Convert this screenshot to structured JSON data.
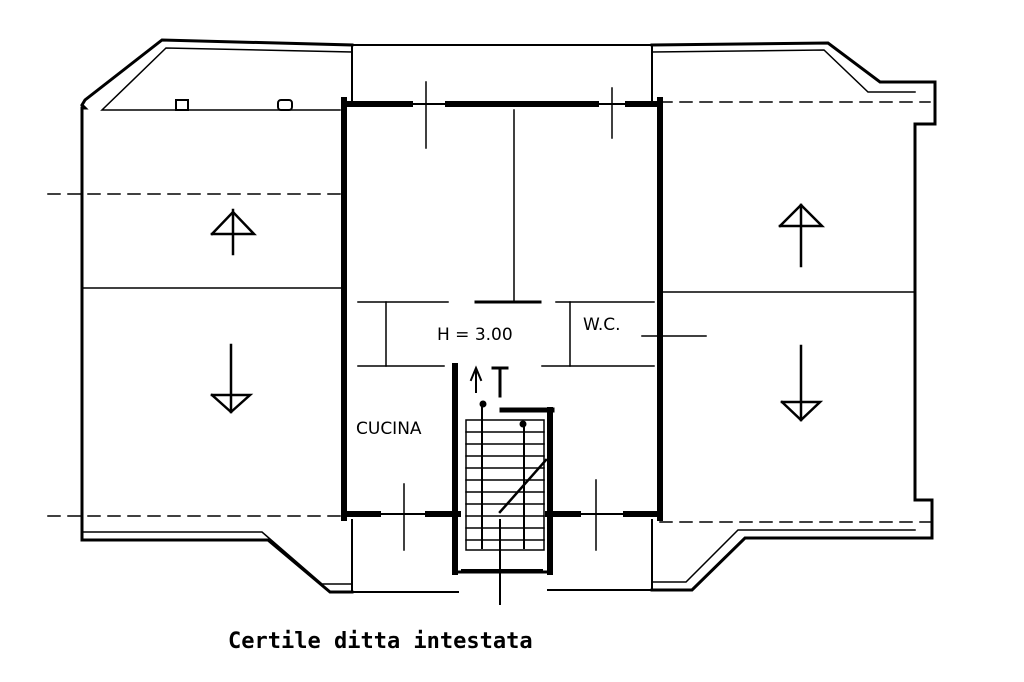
{
  "plan": {
    "labels": {
      "height": "H = 3.00",
      "wc": "W.C.",
      "kitchen": "CUCINA"
    },
    "caption": "Certile ditta intestata",
    "colors": {
      "ink": "#000000",
      "paper": "#ffffff"
    }
  }
}
